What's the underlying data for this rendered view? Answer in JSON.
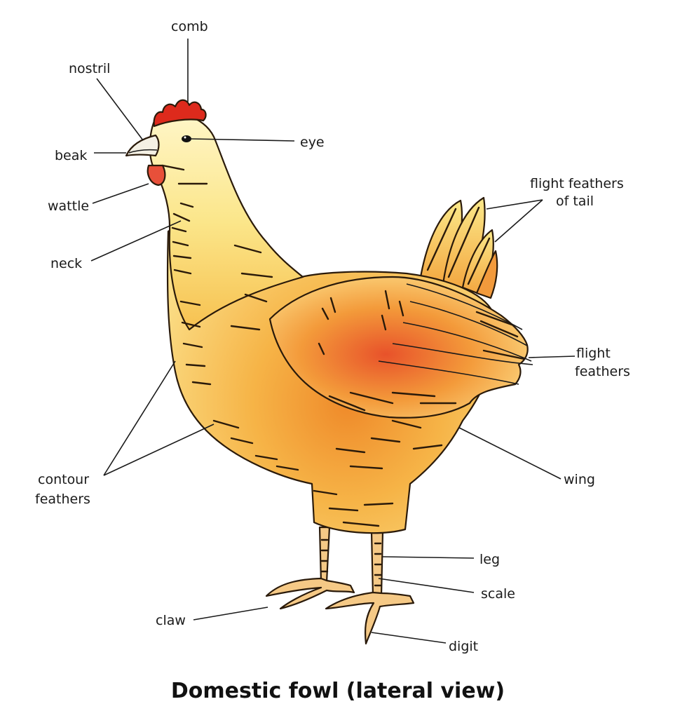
{
  "title": "Domestic fowl (lateral view)",
  "labels": {
    "comb": "comb",
    "nostril": "nostril",
    "beak": "beak",
    "eye": "eye",
    "wattle": "wattle",
    "neck": "neck",
    "tail_feathers_line1": "flight feathers",
    "tail_feathers_line2": "of tail",
    "flight_feathers_line1": "flight",
    "flight_feathers_line2": "feathers",
    "contour_feathers_line1": "contour",
    "contour_feathers_line2": "feathers",
    "wing": "wing",
    "leg": "leg",
    "scale": "scale",
    "claw": "claw",
    "digit": "digit"
  },
  "colors": {
    "body_light": "#fbe98a",
    "body_mid": "#f8c24f",
    "body_dark": "#f0962f",
    "wing_red": "#e8562a",
    "comb_red": "#dd2a1c",
    "leg": "#f5c986",
    "beak": "#f4f0e4"
  }
}
